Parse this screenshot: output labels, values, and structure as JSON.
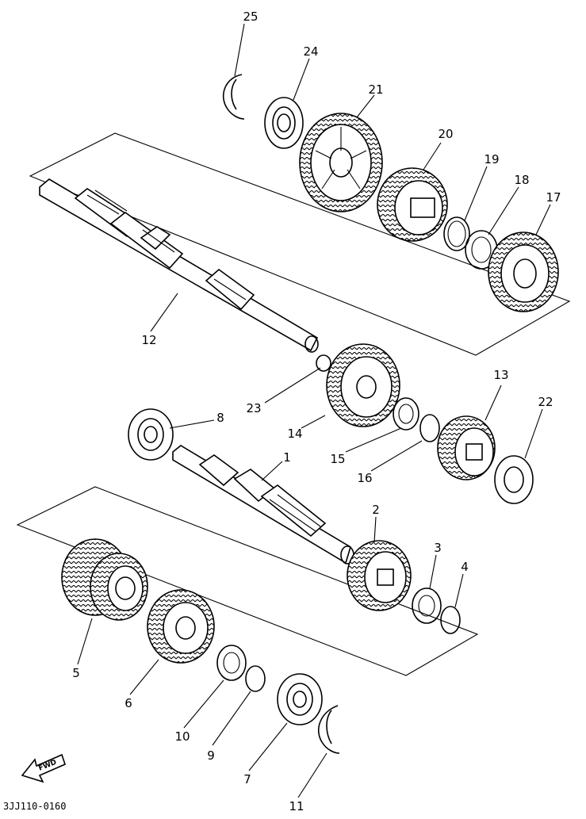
{
  "part_code": "3JJ110-0160",
  "fwd_label": "FWD",
  "callouts": {
    "c1": "1",
    "c2": "2",
    "c3": "3",
    "c4": "4",
    "c5": "5",
    "c6": "6",
    "c7": "7",
    "c8": "8",
    "c9": "9",
    "c10": "10",
    "c11": "11",
    "c12": "12",
    "c13": "13",
    "c14": "14",
    "c15": "15",
    "c16": "16",
    "c17": "17",
    "c18": "18",
    "c19": "19",
    "c20": "20",
    "c21": "21",
    "c22": "22",
    "c23": "23",
    "c24": "24",
    "c25": "25"
  }
}
